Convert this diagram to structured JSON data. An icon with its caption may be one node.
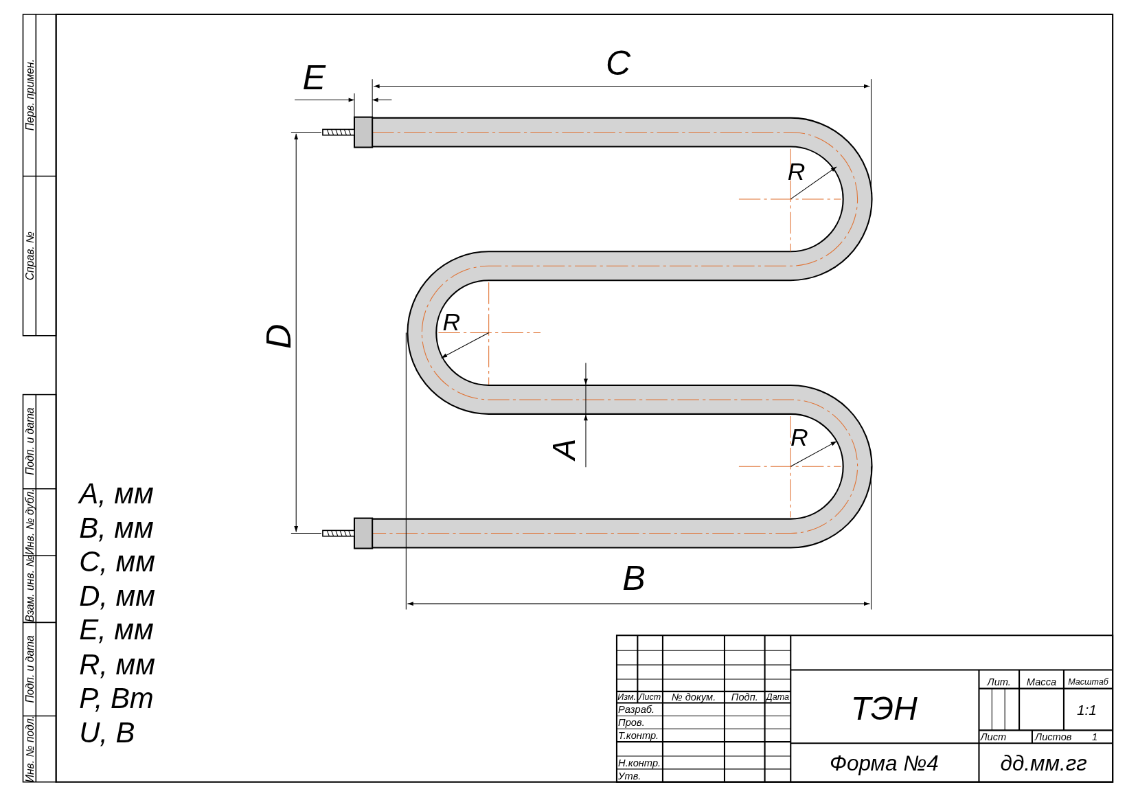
{
  "diagram": {
    "labels": [
      "Перв. примен.",
      "Справ. №",
      "Подп. и дата",
      "Инв. № дубл.",
      "Взам. инв. №",
      "Подп. и дата",
      "Инв. № подл.",
      "C",
      "E",
      "R",
      "D",
      "R",
      "A",
      "R",
      "B",
      "A, мм",
      "B, мм",
      "C, мм",
      "D, мм",
      "E, мм",
      "R, мм",
      "P, Вт",
      "U, В",
      "Изм.",
      "Лист",
      "№ докум.",
      "Подп.",
      "Дата",
      "Разраб.",
      "Пров.",
      "Т.контр.",
      "Н.контр.",
      "Утв.",
      "ТЭН",
      "Лит.",
      "Масса",
      "Масштаб",
      "1:1",
      "Лист",
      "Листов",
      "1",
      "Форма №4",
      "дд.мм.гг"
    ]
  }
}
